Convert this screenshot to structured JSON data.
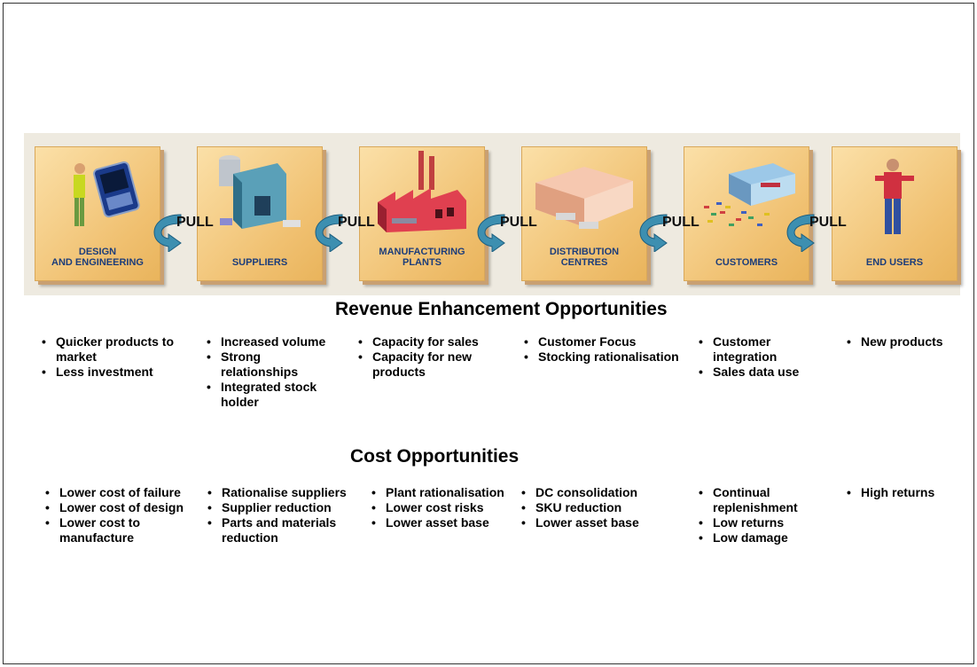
{
  "stages": [
    {
      "label": "DESIGN\nAND ENGINEERING",
      "icon": "engineer-icon"
    },
    {
      "label": "SUPPLIERS",
      "icon": "supplier-building-icon"
    },
    {
      "label": "MANUFACTURING\nPLANTS",
      "icon": "factory-icon"
    },
    {
      "label": "DISTRIBUTION\nCENTRES",
      "icon": "warehouse-icon"
    },
    {
      "label": "CUSTOMERS",
      "icon": "retail-store-icon"
    },
    {
      "label": "END USERS",
      "icon": "person-icon"
    }
  ],
  "pull_label": "PULL",
  "revenue": {
    "title": "Revenue Enhancement Opportunities",
    "columns": [
      [
        "Quicker products to market",
        "Less investment"
      ],
      [
        "Increased volume",
        "Strong relationships",
        "Integrated stock holder"
      ],
      [
        "Capacity for sales",
        "Capacity for new products"
      ],
      [
        "Customer Focus",
        "Stocking rationalisation"
      ],
      [
        "Customer integration",
        "Sales data use"
      ],
      [
        "New products"
      ]
    ]
  },
  "cost": {
    "title": "Cost Opportunities",
    "columns": [
      [
        "Lower cost of failure",
        "Lower cost of design",
        "Lower cost to manufacture"
      ],
      [
        "Rationalise suppliers",
        "Supplier reduction",
        "Parts and materials reduction"
      ],
      [
        "Plant rationalisation",
        "Lower cost risks",
        "Lower asset base"
      ],
      [
        "DC consolidation",
        "SKU reduction",
        "Lower asset  base"
      ],
      [
        "Continual replenishment",
        "Low  returns",
        "Low damage"
      ],
      [
        "High returns"
      ]
    ]
  },
  "colors": {
    "band": "#eeeae0",
    "stage": "#f0c070",
    "label": "#1c3d7a",
    "arrow": "#3d8fb0"
  }
}
